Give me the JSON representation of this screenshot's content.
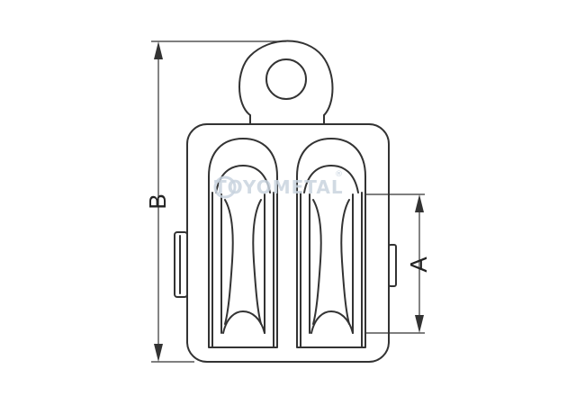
{
  "dimensions": {
    "height_label": "B",
    "sheave_label": "A"
  },
  "watermark": {
    "text": "TOYOMETAL",
    "mark": "®"
  },
  "colors": {
    "line": "#333333",
    "watermark": "#c9d4df"
  }
}
